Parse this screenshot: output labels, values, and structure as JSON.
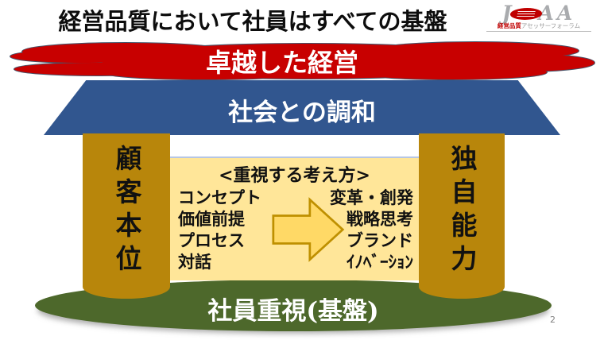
{
  "slide": {
    "title": "経営品質において社員はすべての基盤",
    "page_number": "2"
  },
  "logo": {
    "letters_left": "J",
    "letters_right": "AA",
    "subtitle_red": "経営品質",
    "subtitle_gray": "アセッサーフォーラム"
  },
  "diagram": {
    "cloud": {
      "label": "卓越した経営"
    },
    "roof": {
      "label": "社会との調和"
    },
    "pillar_left": {
      "label": "顧客本位"
    },
    "pillar_right": {
      "label": "独自能力"
    },
    "thinking_box": {
      "heading": "<重視する考え方>",
      "left_items": [
        "コンセプト",
        "価値前提",
        "プロセス",
        "対話"
      ],
      "right_items": [
        "変革・創発",
        "戦略思考",
        "ブランド",
        "ｲﾉﾍﾞｰｼｮﾝ"
      ]
    },
    "base": {
      "label": "社員重視(基盤)"
    }
  },
  "colors": {
    "cloud_red": "#C80000",
    "roof_blue": "#31568F",
    "pillar_gold": "#B8860B",
    "box_yellow": "#FFE699",
    "arrow_fill": "#FFD966",
    "arrow_stroke": "#BF9000",
    "base_green": "#4D682B",
    "title_black": "#0D0D0D"
  }
}
